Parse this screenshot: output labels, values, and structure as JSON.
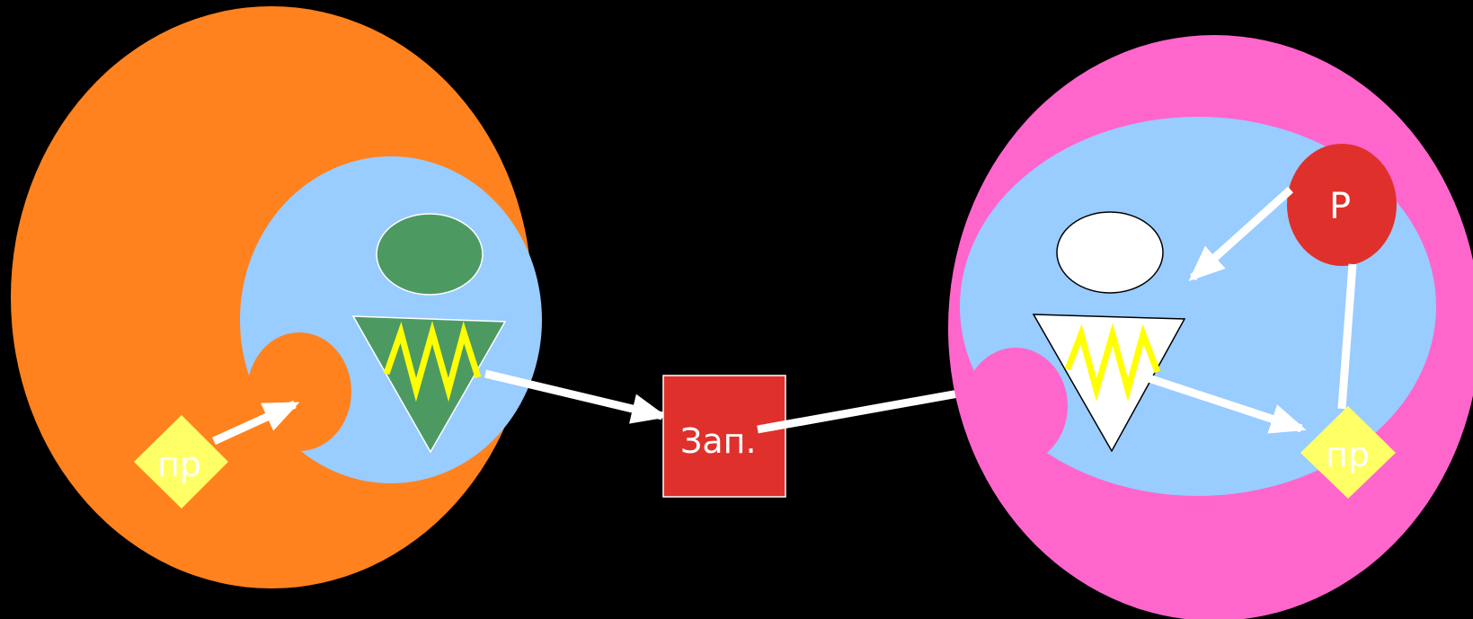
{
  "colors": {
    "background": "#000000",
    "left_cell": "#ff821e",
    "right_cell": "#ff66cc",
    "cytoplasm": "#99ccff",
    "green_part": "#4c9a62",
    "red_node": "#e0302b",
    "diamond": "#ffff66",
    "zigzag": "#ffff00",
    "arrow": "#ffffff",
    "white_part": "#ffffff"
  },
  "diagram": {
    "left_cell": {
      "diamond_label": "пр"
    },
    "middle": {
      "box_label": "Зап."
    },
    "right_cell": {
      "diamond_label": "пр",
      "red_node_label": "P"
    }
  }
}
